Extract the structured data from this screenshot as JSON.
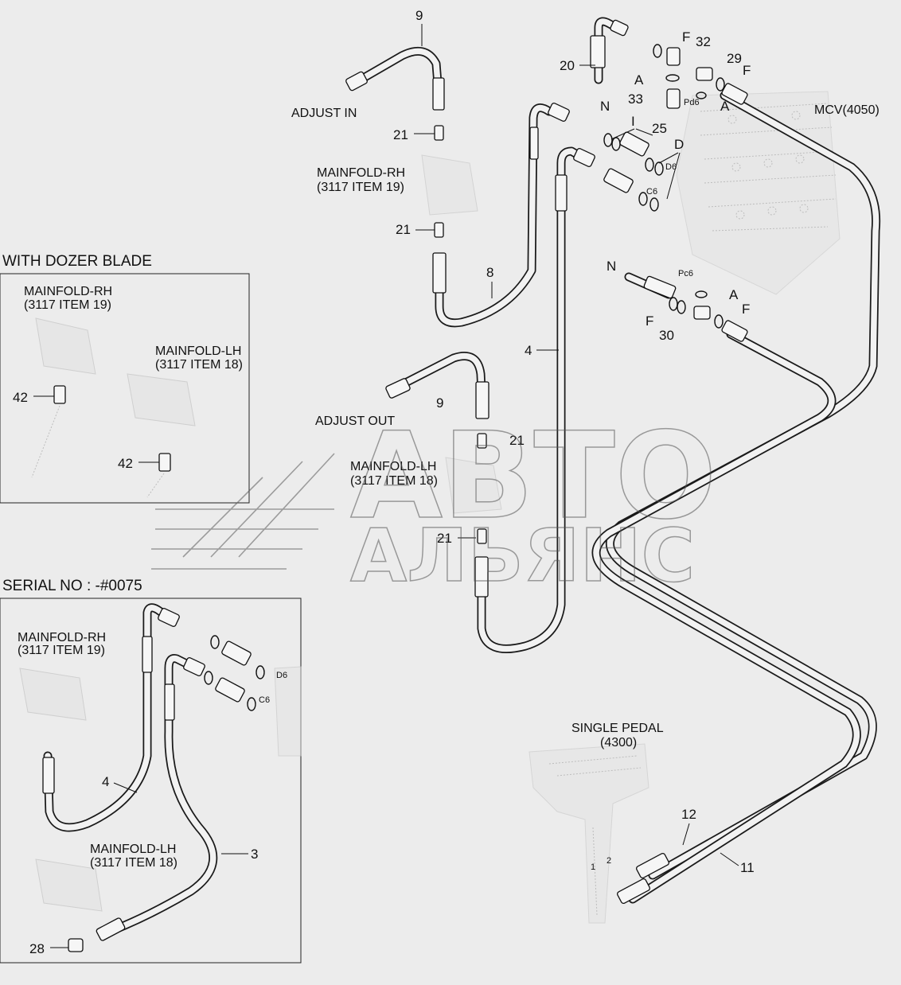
{
  "labels": {
    "adjust_in": "ADJUST IN",
    "adjust_out": "ADJUST OUT",
    "mainfold_rh": "MAINFOLD-RH",
    "item19": "(3117 ITEM 19)",
    "mainfold_lh": "MAINFOLD-LH",
    "item18": "(3117 ITEM 18)",
    "mcv": "MCV(4050)",
    "single_pedal": "SINGLE PEDAL",
    "pedal_code": "(4300)",
    "with_dozer_blade": "WITH DOZER BLADE",
    "serial_no": "SERIAL NO : -#0075"
  },
  "callouts": {
    "p9": "9",
    "p20": "20",
    "p32": "32",
    "p29": "29",
    "p33": "33",
    "p21": "21",
    "p25": "25",
    "p8": "8",
    "p4": "4",
    "p30": "30",
    "p42": "42",
    "p3": "3",
    "p28": "28",
    "p12": "12",
    "p11": "11",
    "p1": "1",
    "p2": "2",
    "F": "F",
    "A": "A",
    "N": "N",
    "I": "I",
    "D": "D",
    "pd6": "Pd6",
    "pc6": "Pc6",
    "d6": "D6",
    "c6": "C6"
  },
  "watermark": {
    "line1": "АВТО",
    "line2": "АЛЬЯНС"
  }
}
